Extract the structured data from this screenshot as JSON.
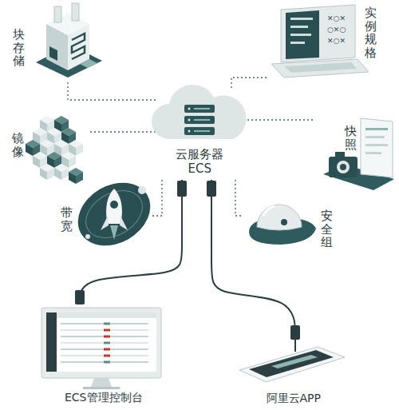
{
  "diagram": {
    "nodes": [
      {
        "text": [
          "块存储"
        ]
      },
      {
        "text": [
          "实例规格"
        ]
      },
      {
        "text": [
          "云服务器 ECS"
        ]
      },
      {
        "text": [
          "镜像"
        ]
      },
      {
        "text": [
          "快照"
        ]
      },
      {
        "text": [
          "带宽"
        ]
      },
      {
        "text": [
          "安全组"
        ]
      },
      {
        "text": [
          "ECS管理控制台"
        ]
      },
      {
        "text": [
          "阿里云APP"
        ]
      }
    ],
    "edges": [
      {
        "from": 2,
        "to": 0,
        "arrow": "none"
      },
      {
        "from": 2,
        "to": 1,
        "arrow": "none"
      },
      {
        "from": 2,
        "to": 3,
        "arrow": "none"
      },
      {
        "from": 2,
        "to": 4,
        "arrow": "none"
      },
      {
        "from": 2,
        "to": 5,
        "arrow": "none"
      },
      {
        "from": 2,
        "to": 6,
        "arrow": "none"
      },
      {
        "from": 2,
        "to": 7,
        "arrow": "none"
      },
      {
        "from": 2,
        "to": 8,
        "arrow": "none"
      }
    ]
  }
}
